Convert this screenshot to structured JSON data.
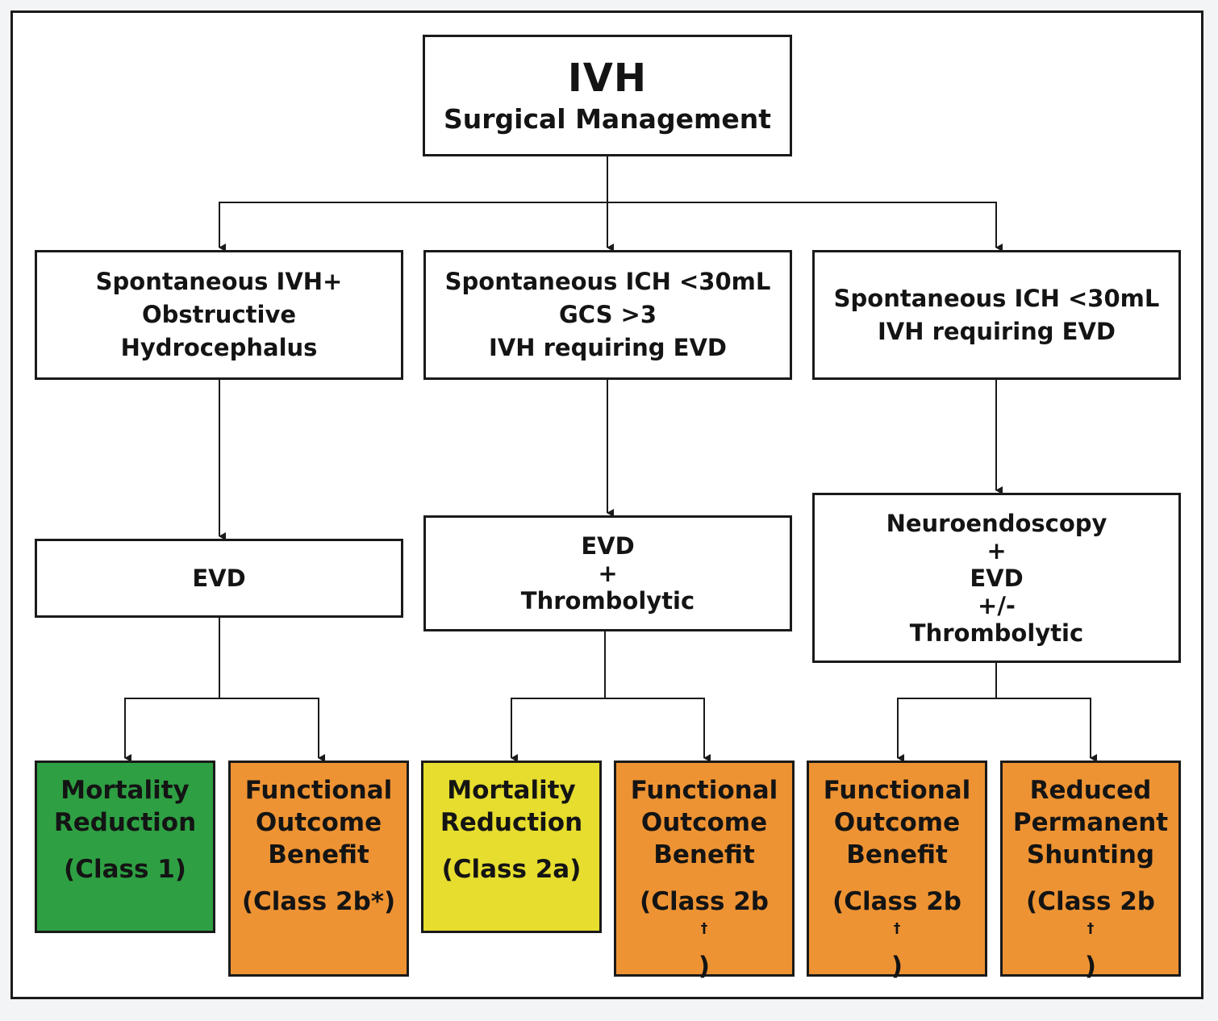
{
  "colors": {
    "class1": "#2ea043",
    "class2a": "#e6dd2e",
    "class2b": "#ee9333",
    "line": "#1a1a1a"
  },
  "root": {
    "title": "IVH",
    "subtitle": "Surgical Management"
  },
  "criteria": [
    {
      "lines": [
        "Spontaneous IVH+",
        "Obstructive",
        "Hydrocephalus"
      ]
    },
    {
      "lines": [
        "Spontaneous ICH <30mL",
        "GCS >3",
        "IVH requiring EVD"
      ]
    },
    {
      "lines": [
        "Spontaneous ICH <30mL",
        "IVH requiring EVD"
      ]
    }
  ],
  "interventions": [
    {
      "lines": [
        "EVD"
      ]
    },
    {
      "lines": [
        "EVD",
        "+",
        "Thrombolytic"
      ]
    },
    {
      "lines": [
        "Neuroendoscopy",
        "+",
        "EVD",
        "+/-",
        "Thrombolytic"
      ]
    }
  ],
  "outcomes": [
    {
      "lines": [
        "Mortality",
        "Reduction"
      ],
      "class_text": "(Class 1)",
      "class_mark": "",
      "color": "class1"
    },
    {
      "lines": [
        "Functional",
        "Outcome",
        "Benefit"
      ],
      "class_text": "(Class 2b*)",
      "class_mark": "",
      "color": "class2b"
    },
    {
      "lines": [
        "Mortality",
        "Reduction"
      ],
      "class_text": "(Class 2a)",
      "class_mark": "",
      "color": "class2a"
    },
    {
      "lines": [
        "Functional",
        "Outcome",
        "Benefit"
      ],
      "class_text": "(Class 2b",
      "class_mark": "†",
      "class_close": ")",
      "color": "class2b"
    },
    {
      "lines": [
        "Functional",
        "Outcome",
        "Benefit"
      ],
      "class_text": "(Class 2b",
      "class_mark": "†",
      "class_close": ")",
      "color": "class2b"
    },
    {
      "lines": [
        "Reduced",
        "Permanent",
        "Shunting"
      ],
      "class_text": "(Class 2b",
      "class_mark": "†",
      "class_close": ")",
      "color": "class2b"
    }
  ]
}
